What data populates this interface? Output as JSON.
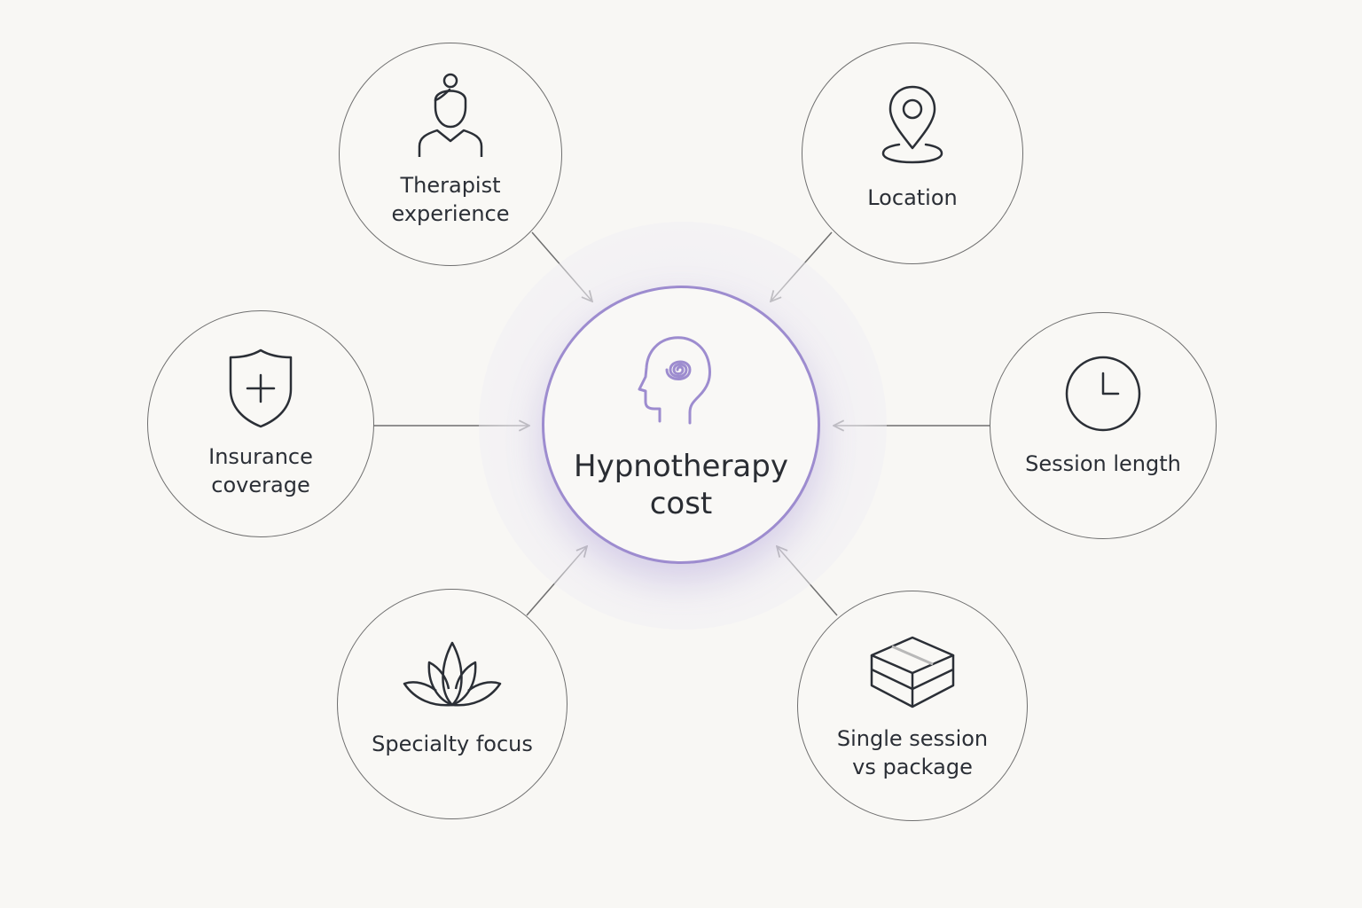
{
  "center": {
    "title": "Hypnotherapy cost",
    "icon": "head-spiral-icon"
  },
  "factors": [
    {
      "id": "therapist-experience",
      "label": "Therapist experience",
      "icon": "therapist-icon"
    },
    {
      "id": "location",
      "label": "Location",
      "icon": "map-pin-icon"
    },
    {
      "id": "insurance-coverage",
      "label": "Insurance coverage",
      "icon": "shield-plus-icon"
    },
    {
      "id": "session-length",
      "label": "Session length",
      "icon": "clock-icon"
    },
    {
      "id": "specialty-focus",
      "label": "Specialty focus",
      "icon": "lotus-icon"
    },
    {
      "id": "single-session-vs-package",
      "label": "Single session vs package",
      "icon": "package-box-icon"
    }
  ],
  "colors": {
    "accent": "#9d8ccf",
    "line": "#6f6f6f",
    "text": "#2b2f36",
    "background": "#f8f7f4"
  }
}
